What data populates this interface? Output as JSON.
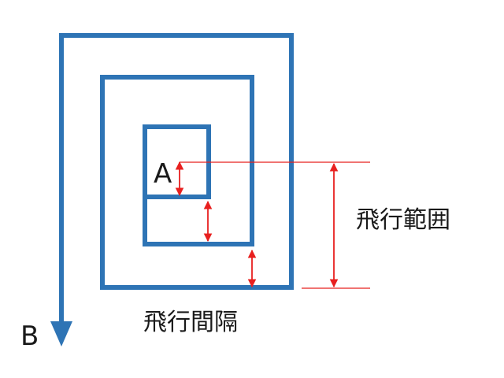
{
  "labels": {
    "start_point": "A",
    "end_point": "B",
    "flight_range": "飛行範囲",
    "flight_interval": "飛行間隔"
  },
  "colors": {
    "path": "#2e74b5",
    "dimension": "#e8201f",
    "text": "#1a1a1a"
  }
}
